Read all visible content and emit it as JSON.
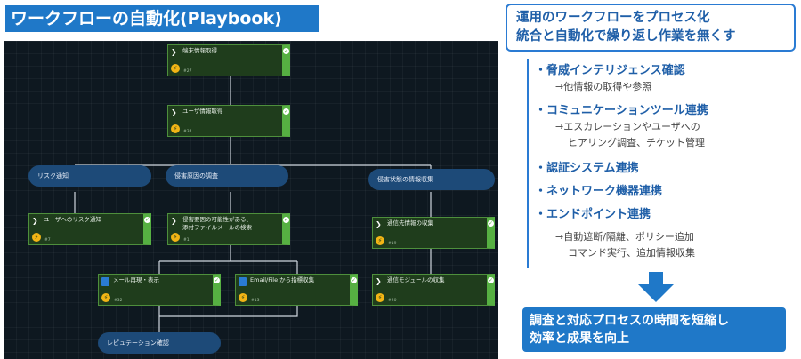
{
  "title": "ワークフローの自動化(Playbook)",
  "workflow": {
    "nodes": [
      {
        "id": "n1",
        "label": "端末情報取得",
        "num": "#27",
        "icon": "chevron-icon"
      },
      {
        "id": "n2",
        "label": "ユーザ情報取得",
        "num": "#34",
        "icon": "chevron-icon"
      },
      {
        "id": "n3",
        "label": "ユーザへのリスク通知",
        "num": "#7",
        "icon": "chevron-icon"
      },
      {
        "id": "n4",
        "label": "侵害要因の可能性がある、\n添付ファイルメールの検索",
        "num": "#1",
        "icon": "chevron-icon"
      },
      {
        "id": "n5",
        "label": "通信先情報の収集",
        "num": "#19",
        "icon": "chevron-icon"
      },
      {
        "id": "n6",
        "label": "メール再現・表示",
        "num": "#32",
        "icon": "book-icon"
      },
      {
        "id": "n7",
        "label": "Email/File から指標収集",
        "num": "#13",
        "icon": "book-icon"
      },
      {
        "id": "n8",
        "label": "通信モジュールの収集",
        "num": "#20",
        "icon": "chevron-icon"
      }
    ],
    "sections": [
      {
        "id": "s1",
        "label": "リスク通知"
      },
      {
        "id": "s2",
        "label": "侵害原因の調査"
      },
      {
        "id": "s3",
        "label": "侵害状態の情報収集"
      },
      {
        "id": "s4",
        "label": "レピュテーション確認"
      }
    ]
  },
  "right": {
    "header_line1": "運用のワークフローをプロセス化",
    "header_line2": "統合と自動化で繰り返し作業を無くす",
    "bullets": [
      "・脅威インテリジェンス確認",
      "・コミュニケーションツール連携",
      "・認証システム連携",
      "・ネットワーク機器連携",
      "・エンドポイント連携"
    ],
    "subs": [
      "→他情報の取得や参照",
      "→エスカレーションやユーザへの",
      "ヒアリング調査、チケット管理",
      "→自動遮断/隔離、ポリシー追加",
      "コマンド実行、追加情報収集"
    ],
    "result_line1": "調査と対応プロセスの時間を短縮し",
    "result_line2": "効率と成果を向上"
  },
  "colors": {
    "accent": "#1f78c8",
    "node_green": "#56b042",
    "bolt": "#f2b515"
  }
}
